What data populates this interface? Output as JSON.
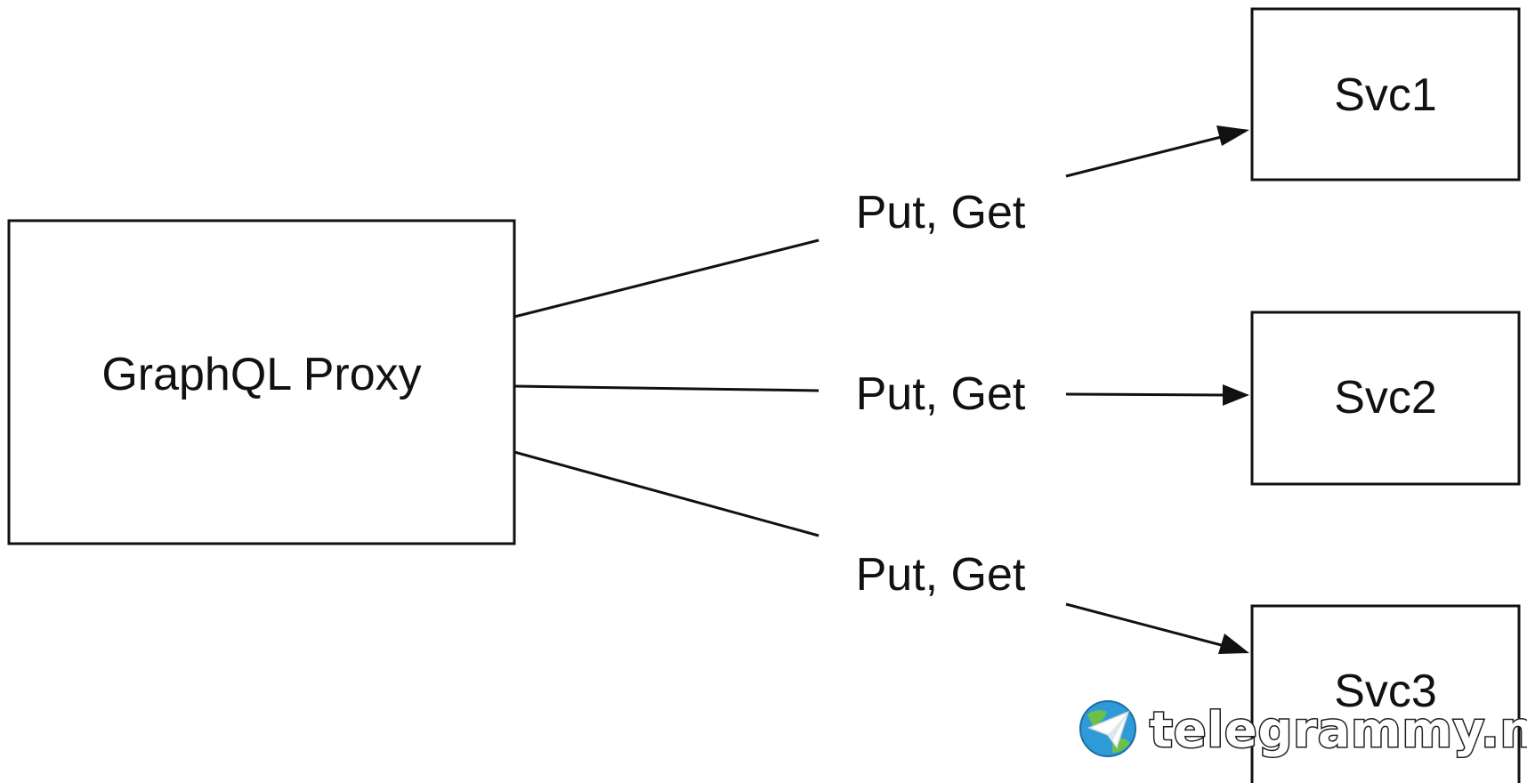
{
  "nodes": {
    "proxy": {
      "label": "GraphQL Proxy"
    },
    "svc1": {
      "label": "Svc1"
    },
    "svc2": {
      "label": "Svc2"
    },
    "svc3": {
      "label": "Svc3"
    }
  },
  "edges": [
    {
      "from": "proxy",
      "to": "svc1",
      "label": "Put, Get"
    },
    {
      "from": "proxy",
      "to": "svc2",
      "label": "Put, Get"
    },
    {
      "from": "proxy",
      "to": "svc3",
      "label": "Put, Get"
    }
  ],
  "watermark": {
    "text": "telegrammy.net",
    "icon": "paper-plane-globe-icon"
  },
  "colors": {
    "stroke": "#111111",
    "background": "#ffffff",
    "watermark_globe": "#2e9ad8",
    "watermark_land": "#6cc04a"
  }
}
